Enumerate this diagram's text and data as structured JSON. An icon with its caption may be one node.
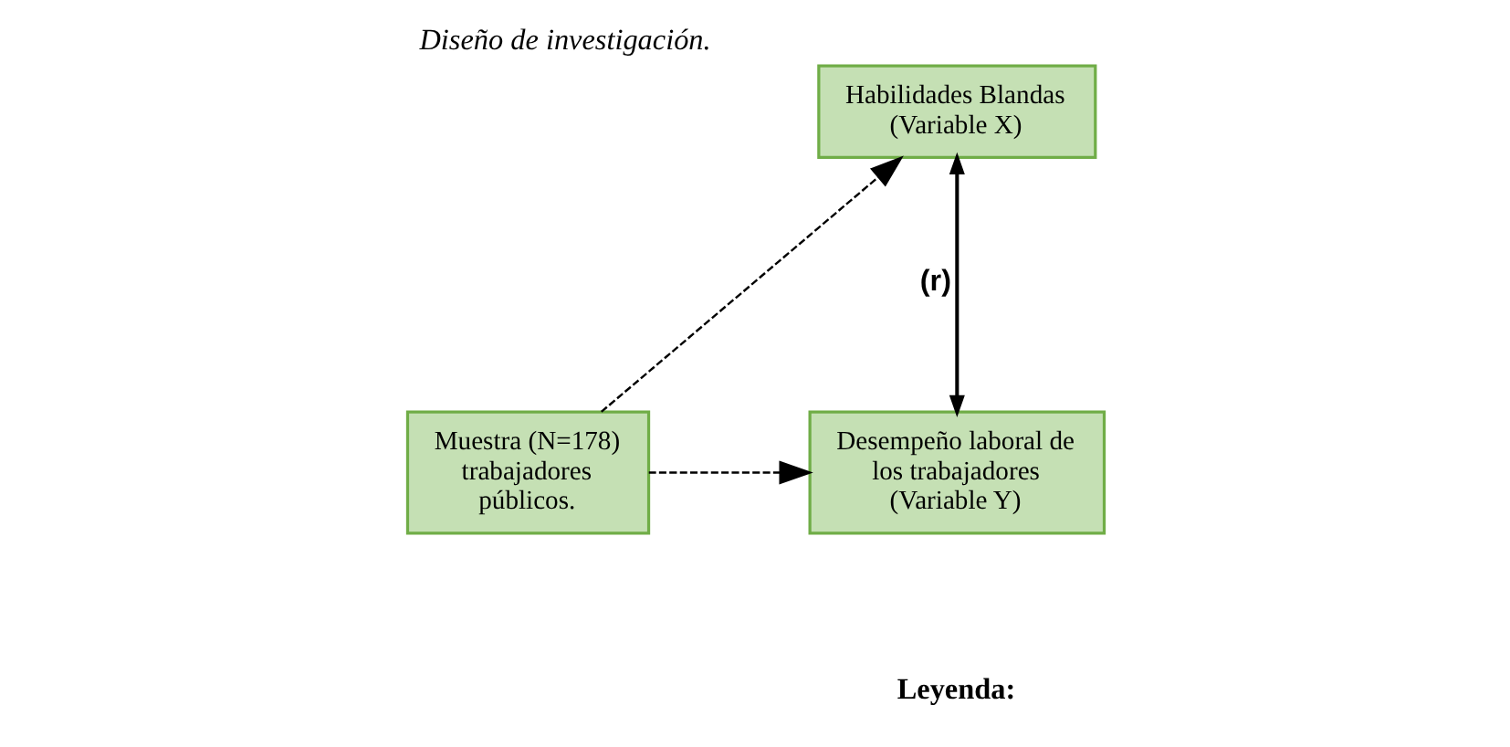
{
  "diagram": {
    "title": "Diseño de investigación.",
    "nodes": [
      {
        "text": [
          "Muestra (N=178) trabajadores públicos."
        ]
      },
      {
        "text": [
          "Habilidades Blandas (Variable X)"
        ]
      },
      {
        "text": [
          "Desempeño laboral de los trabajadores (Variable Y)"
        ]
      }
    ],
    "edges": [
      {
        "from": 0,
        "to": 1,
        "arrow": "to",
        "style": "dashed"
      },
      {
        "from": 0,
        "to": 2,
        "arrow": "to",
        "style": "dashed"
      },
      {
        "from": 1,
        "to": 2,
        "arrow": "both",
        "label": "(r)"
      }
    ],
    "labels": [
      "Leyenda:"
    ]
  }
}
